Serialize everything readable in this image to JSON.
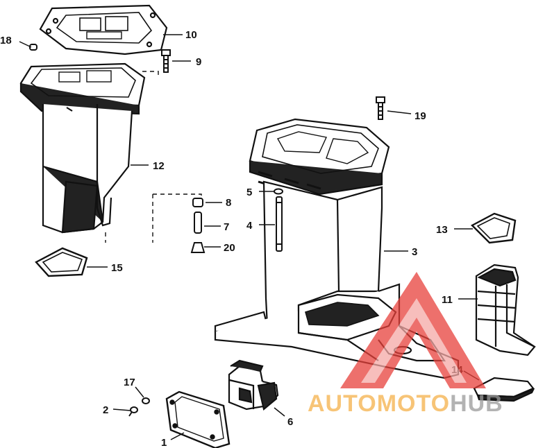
{
  "callouts": [
    {
      "id": "10",
      "text": "10"
    },
    {
      "id": "18",
      "text": "18"
    },
    {
      "id": "9",
      "text": "9"
    },
    {
      "id": "12",
      "text": "12"
    },
    {
      "id": "8",
      "text": "8"
    },
    {
      "id": "7",
      "text": "7"
    },
    {
      "id": "20",
      "text": "20"
    },
    {
      "id": "15",
      "text": "15"
    },
    {
      "id": "19",
      "text": "19"
    },
    {
      "id": "5",
      "text": "5"
    },
    {
      "id": "4",
      "text": "4"
    },
    {
      "id": "3",
      "text": "3"
    },
    {
      "id": "13",
      "text": "13"
    },
    {
      "id": "11",
      "text": "11"
    },
    {
      "id": "14",
      "text": "14"
    },
    {
      "id": "17",
      "text": "17"
    },
    {
      "id": "2",
      "text": "2"
    },
    {
      "id": "6",
      "text": "6"
    },
    {
      "id": "1",
      "text": "1"
    }
  ],
  "watermark": {
    "text_auto": "AUTOMOTO",
    "text_hub": "HUB",
    "color_primary": "#e8413b",
    "color_secondary": "#f5b14a",
    "color_hub": "#9a9a9a"
  },
  "colors": {
    "line": "#111111",
    "fill_light": "#ffffff",
    "fill_dark": "#222222"
  }
}
